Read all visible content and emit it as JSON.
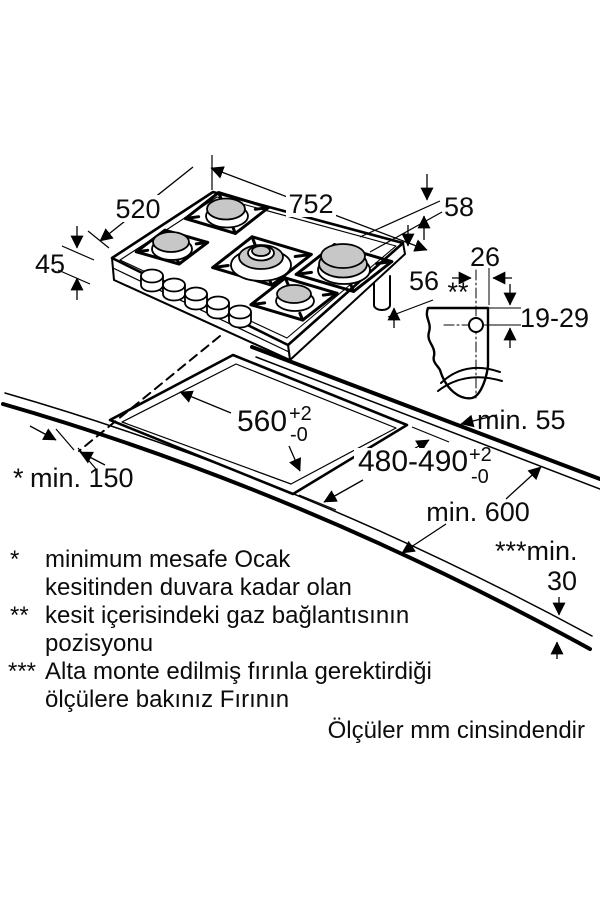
{
  "drawing_title": "gas-hob-installation-diagram",
  "hob": {
    "width_label": "752",
    "depth_label": "520",
    "front_edge_height_label": "45",
    "side_height_label": "58",
    "body_height_label": "56"
  },
  "gas_connection": {
    "marker": "**",
    "offset_label": "26",
    "depth_range_label": "19-29"
  },
  "cutout": {
    "width_label": "560",
    "width_tol_plus": "+2",
    "width_tol_minus": "-0",
    "depth_label": "480-490",
    "depth_tol_plus": "+2",
    "depth_tol_minus": "-0"
  },
  "clearances": {
    "side_label": "min. 55",
    "front_label": "min. 600",
    "wall_marker": "*",
    "wall_label": "min. 150",
    "oven_label": "***min.",
    "oven_value": "30"
  },
  "footnotes": [
    {
      "marker": "*",
      "lines": [
        "minimum mesafe Ocak",
        "kesitinden duvara kadar olan"
      ]
    },
    {
      "marker": "**",
      "lines": [
        "kesit içerisindeki gaz bağlantısının",
        "pozisyonu"
      ]
    },
    {
      "marker": "***",
      "lines": [
        "Alta monte edilmiş fırınla gerektirdiği",
        "ölçülere bakınız Fırının"
      ]
    }
  ],
  "units_note": "Ölçüler mm cinsindendir",
  "colors": {
    "line": "#000000",
    "burner_fill": "#c7c7c7",
    "background": "#ffffff"
  }
}
